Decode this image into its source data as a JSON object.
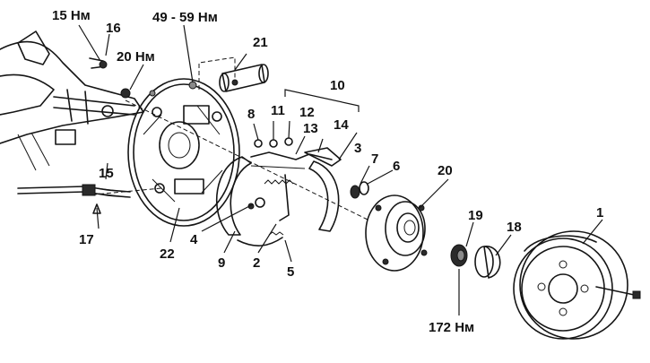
{
  "labels": {
    "torque_15_top": "15 Нм",
    "part_16": "16",
    "torque_49_59": "49 - 59 Нм",
    "part_21": "21",
    "torque_20": "20 Нм",
    "part_10": "10",
    "part_8": "8",
    "part_11": "11",
    "part_12": "12",
    "part_13": "13",
    "part_14": "14",
    "part_3": "3",
    "part_7": "7",
    "part_6": "6",
    "part_20": "20",
    "part_15": "15",
    "part_17": "17",
    "part_22": "22",
    "part_4": "4",
    "part_9": "9",
    "part_2": "2",
    "part_5": "5",
    "part_19": "19",
    "part_18": "18",
    "part_1": "1",
    "torque_172": "172 Нм"
  }
}
